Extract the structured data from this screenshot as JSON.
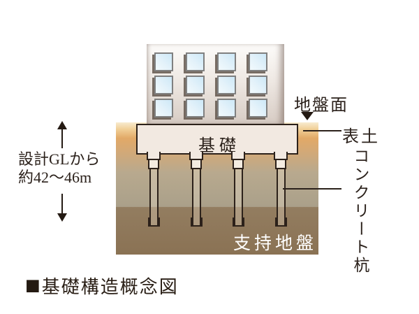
{
  "diagram": {
    "ground_surface_label": "地盤面",
    "topsoil_label": "表土",
    "foundation_label": "基礎",
    "concrete_pile_label": "コンクリート杭",
    "supporting_ground_label": "支持地盤",
    "depth_note": {
      "line1": "設計GLから",
      "line2": "約42〜46m"
    },
    "building": {
      "window_rows": 3,
      "window_cols": 4
    },
    "pile_count": 4,
    "icons": {
      "ground_surface_marker": "down-triangle-icon",
      "depth_range_markers": "up-arrow-icon / down-arrow-icon"
    },
    "colors": {
      "outline": "#2C211A",
      "topsoil_orange": "#E2A967",
      "mid_soil": "#AAA08A",
      "supporting_ground": "#8A7254",
      "foundation_cream": "#F2E9E1",
      "window_blue": "#CDE8F7",
      "support_label_text": "#FFFFFF"
    }
  },
  "caption": {
    "bullet": "■",
    "text": "基礎構造概念図"
  }
}
